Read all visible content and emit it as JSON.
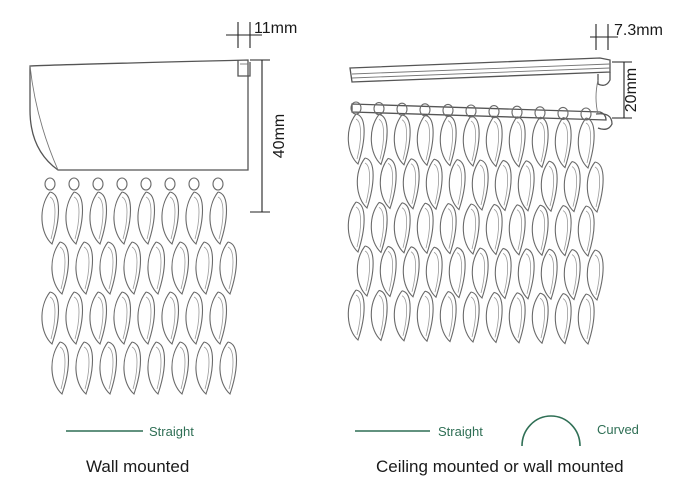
{
  "left_panel": {
    "dim_top": "11mm",
    "dim_side": "40mm",
    "legend_straight": "Straight",
    "caption": "Wall mounted"
  },
  "right_panel": {
    "dim_top": "7.3mm",
    "dim_side": "20mm",
    "legend_straight": "Straight",
    "legend_curved": "Curved",
    "caption": "Ceiling mounted or wall mounted"
  },
  "colors": {
    "legend_green": "#2f6f55",
    "line_gray": "#555555"
  }
}
